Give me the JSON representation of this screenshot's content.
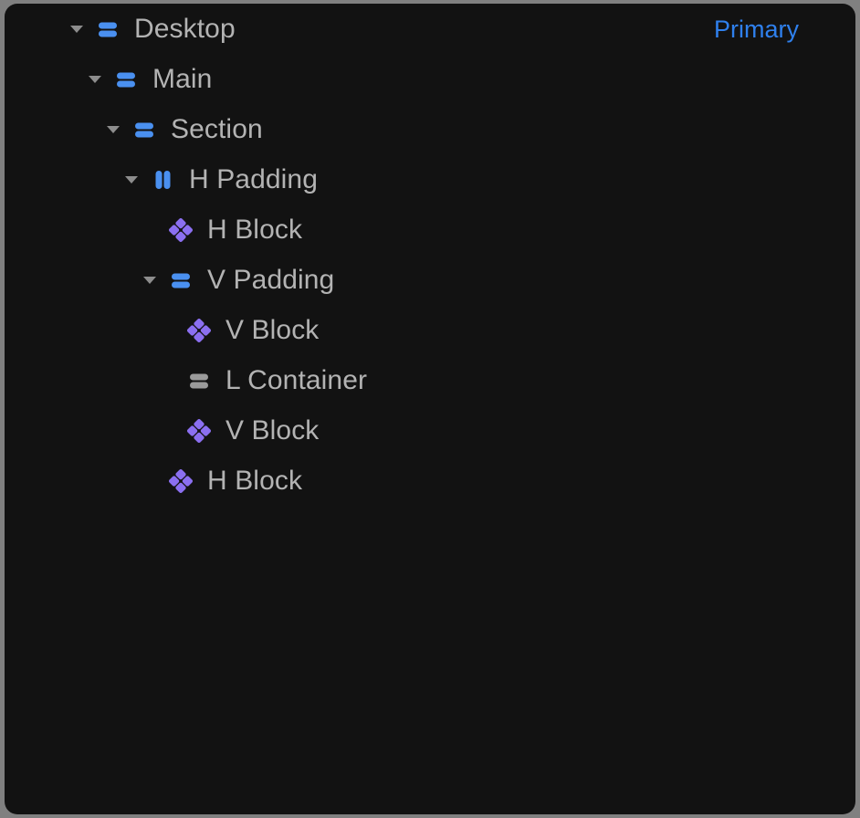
{
  "panel": {
    "name": "layer-tree-panel",
    "background_color": "#121212",
    "outer_background_color": "#808080",
    "text_color": "#b3b3b3",
    "accent_color": "#4a90f0",
    "block_color": "#8b6ff0",
    "muted_icon_color": "#9a9a9a",
    "badge_color": "#2f80ed"
  },
  "rows": [
    {
      "label": "Desktop",
      "icon": "stack-v-icon",
      "icon_color": "#4a90f0",
      "depth": 0,
      "expandable": true,
      "expanded": true,
      "badge": "Primary"
    },
    {
      "label": "Main",
      "icon": "stack-v-icon",
      "icon_color": "#4a90f0",
      "depth": 1,
      "expandable": true,
      "expanded": true,
      "badge": ""
    },
    {
      "label": "Section",
      "icon": "stack-v-icon",
      "icon_color": "#4a90f0",
      "depth": 2,
      "expandable": true,
      "expanded": true,
      "badge": ""
    },
    {
      "label": "H Padding",
      "icon": "stack-h-icon",
      "icon_color": "#4a90f0",
      "depth": 3,
      "expandable": true,
      "expanded": true,
      "badge": ""
    },
    {
      "label": "H Block",
      "icon": "block-diamond-icon",
      "icon_color": "#8b6ff0",
      "depth": 4,
      "expandable": false,
      "expanded": false,
      "badge": ""
    },
    {
      "label": "V Padding",
      "icon": "stack-v-icon",
      "icon_color": "#4a90f0",
      "depth": 4,
      "expandable": true,
      "expanded": true,
      "badge": ""
    },
    {
      "label": "V Block",
      "icon": "block-diamond-icon",
      "icon_color": "#8b6ff0",
      "depth": 5,
      "expandable": false,
      "expanded": false,
      "badge": ""
    },
    {
      "label": "L Container",
      "icon": "stack-v-icon",
      "icon_color": "#9a9a9a",
      "depth": 5,
      "expandable": false,
      "expanded": false,
      "badge": ""
    },
    {
      "label": "V Block",
      "icon": "block-diamond-icon",
      "icon_color": "#8b6ff0",
      "depth": 5,
      "expandable": false,
      "expanded": false,
      "badge": ""
    },
    {
      "label": "H Block",
      "icon": "block-diamond-icon",
      "icon_color": "#8b6ff0",
      "depth": 4,
      "expandable": false,
      "expanded": false,
      "badge": ""
    }
  ]
}
